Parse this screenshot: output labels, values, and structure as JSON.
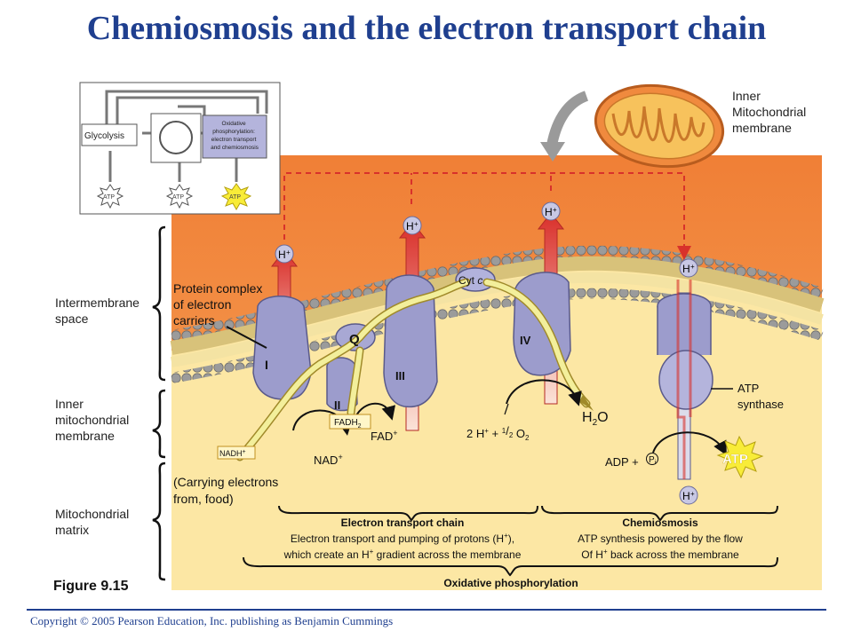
{
  "title": "Chemiosmosis and the electron transport chain",
  "copyright": "Copyright © 2005 Pearson Education, Inc. publishing as Benjamin Cummings",
  "figure_label": "Figure 9.15",
  "regions": {
    "intermembrane": "Intermembrane space",
    "inner_membrane": "Inner mitochondrial membrane",
    "matrix": "Mitochondrial matrix"
  },
  "inset": {
    "glycolysis": "Glycolysis",
    "oxphos": [
      "Oxidative",
      "phosphorylation:",
      "electron transport",
      "and chemiosmosis"
    ],
    "atp": "ATP"
  },
  "mito_label": [
    "Inner",
    "Mitochondrial",
    "membrane"
  ],
  "labels": {
    "protein_complex": [
      "Protein complex",
      "of electron",
      "carriers"
    ],
    "complex_I": "I",
    "complex_II": "II",
    "complex_III": "III",
    "complex_IV": "IV",
    "Q": "Q",
    "cyt": "Cyt",
    "cyt_c": "c",
    "proton": "H",
    "nadh": "NADH",
    "nad": "NAD",
    "fadh2": "FADH",
    "fad": "FAD",
    "water": "H",
    "o2_eq_prefix": "2 H",
    "o2_eq_plus": " + ",
    "o2_frac_num": "1",
    "o2_frac_den": "2",
    "o2": " O",
    "adp": "ADP +",
    "pi": "P",
    "pi_sub": "i",
    "atp_synthase": [
      "ATP",
      "synthase"
    ],
    "atp": "ATP",
    "carrying": [
      "(Carrying electrons",
      "from, food)"
    ]
  },
  "sections": {
    "etc_title": "Electron transport chain",
    "etc_desc": [
      "Electron transport and pumping of protons (H",
      "), which create an H",
      " gradient across the membrane"
    ],
    "chemi_title": "Chemiosmosis",
    "chemi_desc": [
      "ATP synthesis powered by the flow",
      "Of H",
      " back across the membrane"
    ],
    "oxphos_title": "Oxidative phosphorylation"
  },
  "colors": {
    "title": "#1f3f8f",
    "intermembrane": "#f08a3e",
    "matrix": "#fce7a4",
    "protein": "#9c9ccc",
    "proton_arrow": "#e1463a",
    "electron_path": "#f3ef9b"
  }
}
